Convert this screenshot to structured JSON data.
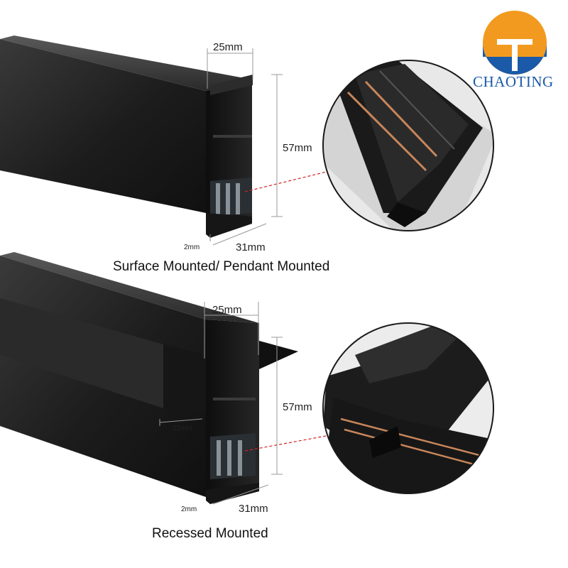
{
  "brand": {
    "name": "CHAOTING",
    "colors": {
      "orange": "#f29a1f",
      "blue": "#1a5aa8"
    }
  },
  "top": {
    "caption": "Surface Mounted/ Pendant Mounted",
    "dims": {
      "width_top": "25mm",
      "height": "57mm",
      "width_bottom": "31mm",
      "wall": "2mm"
    }
  },
  "bottom": {
    "caption": "Recessed Mounted",
    "dims": {
      "width_top": "25mm",
      "height": "57mm",
      "width_bottom": "31mm",
      "inner": "22mm",
      "wall": "2mm"
    }
  },
  "colors": {
    "profile": "#1b1b1b",
    "copper": "#c8865a",
    "leader": "#d62222"
  }
}
